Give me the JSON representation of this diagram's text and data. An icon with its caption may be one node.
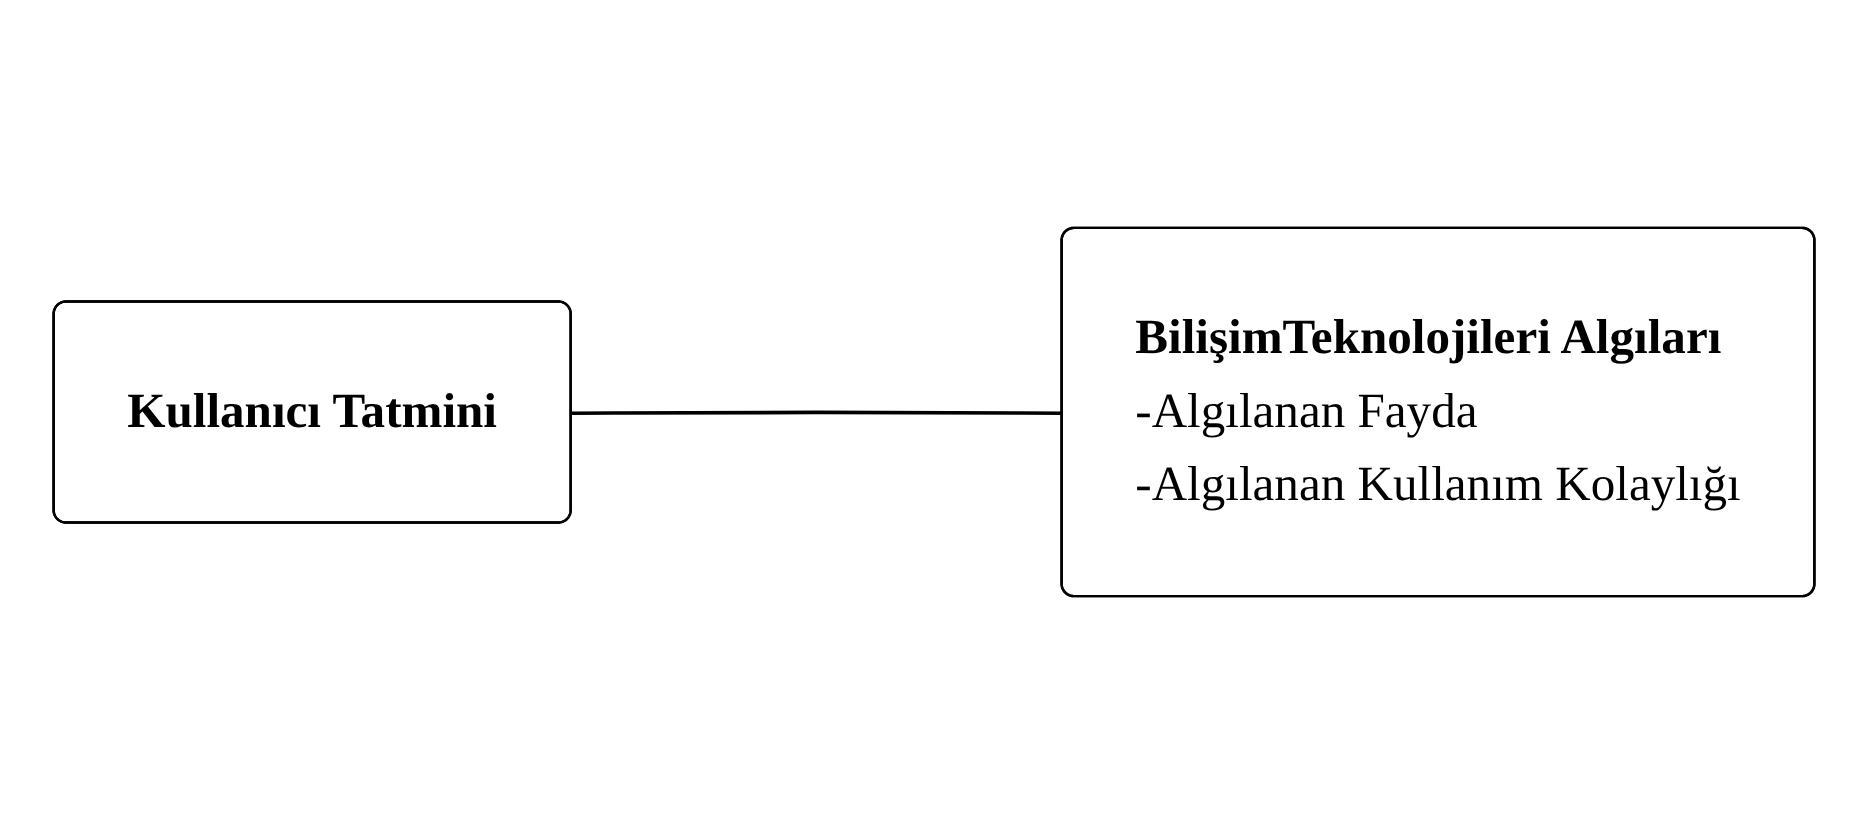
{
  "diagram": {
    "nodes": [
      {
        "text": [
          "Kullanıcı Tatmini"
        ]
      },
      {
        "text": [
          "BilişimTeknolojileri Algıları",
          "-Algılanan Fayda",
          "-Algılanan Kullanım Kolaylığı"
        ]
      }
    ],
    "edges": [
      {
        "from": 0,
        "to": 1,
        "arrow": "none"
      }
    ]
  }
}
